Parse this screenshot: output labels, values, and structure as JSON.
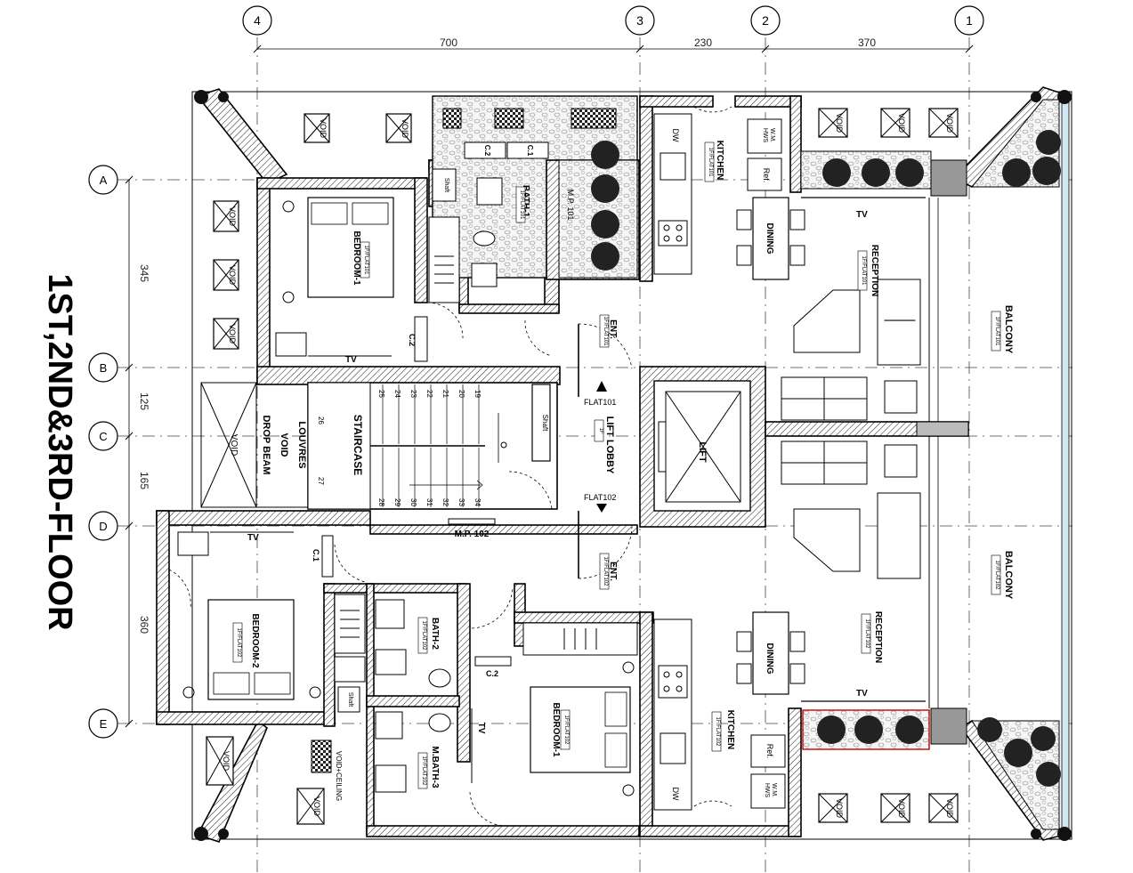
{
  "title": "1ST,2ND&3RD-FLOOR",
  "grid": {
    "columns": [
      "4",
      "3",
      "2",
      "1"
    ],
    "rows": [
      "A",
      "B",
      "C",
      "D",
      "E"
    ],
    "top_dims": [
      "700",
      "230",
      "370"
    ],
    "side_dims": [
      "345",
      "125",
      "165",
      "360"
    ]
  },
  "rooms": {
    "bedroom1_f101": "BEDROOM-1",
    "bedroom1_f101_tag": "1F/FLAT101",
    "bath1": "BATH-1",
    "bath1_tag": "1F/FLAT101",
    "kitchen_f101": "KITCHEN",
    "kitchen_f101_tag": "1F/FLAT101",
    "dining_f101": "DINING",
    "reception_f101": "RECEPTION",
    "reception_f101_tag": "1F/FLAT101",
    "balcony_f101": "BALCONY",
    "balcony_f101_tag": "1F/FLAT101",
    "ent_f101": "ENT.",
    "ent_f101_tag": "1F/FLAT101",
    "staircase": "STAIRCASE",
    "lift_lobby": "LIFT LOBBY",
    "lift_lobby_tag": "1F",
    "lift": "LIFT",
    "flat101": "FLAT101",
    "flat102": "FLAT102",
    "ent_f102": "ENT.",
    "ent_f102_tag": "1F/FLAT102",
    "bedroom2_f102": "BEDROOM-2",
    "bedroom2_f102_tag": "1F/FLAT102",
    "bath2": "BATH-2",
    "bath2_tag": "1F/FLAT102",
    "mbath3": "M.BATH-3",
    "mbath3_tag": "1F/FLAT102",
    "bedroom1_f102": "BEDROOM-1",
    "bedroom1_f102_tag": "1F/FLAT102",
    "kitchen_f102": "KITCHEN",
    "kitchen_f102_tag": "1F/FLAT102",
    "dining_f102": "DINING",
    "reception_f102": "RECEPTION",
    "reception_f102_tag": "1F/FLAT102",
    "balcony_f102": "BALCONY",
    "balcony_f102_tag": "1F/FLAT102"
  },
  "labels": {
    "void": "VOID",
    "tv": "TV",
    "dw": "DW",
    "ref": "Ref.",
    "hws": "HWS",
    "wm": "W.M.",
    "shaft": "Shaft",
    "mp101": "M.P. 101",
    "mp102": "M.P. 102",
    "c1": "C.1",
    "c2": "C.2",
    "louvres": "LOUVRES",
    "drop_beam": "DROP BEAM",
    "void_ceiling": "VOID+CEILING",
    "stair_numbers_top": [
      "25",
      "24",
      "23",
      "22",
      "21",
      "20",
      "19"
    ],
    "stair_numbers_bottom": [
      "28",
      "29",
      "30",
      "31",
      "32",
      "33",
      "34"
    ],
    "stair_26": "26",
    "stair_27": "27"
  }
}
